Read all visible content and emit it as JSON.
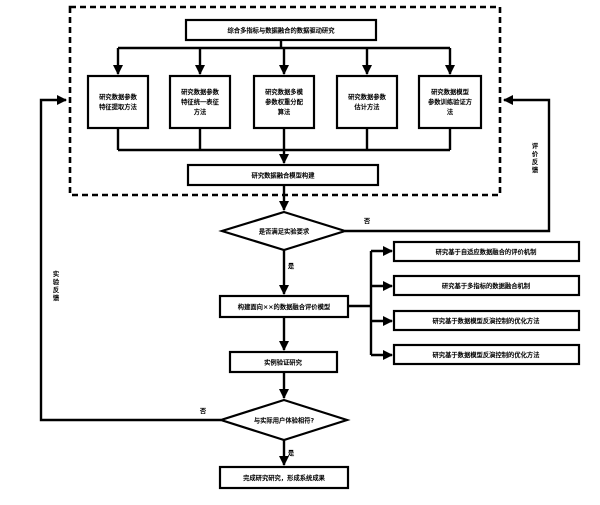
{
  "top_box": "综合多指标与数据融合的数据驱动研究",
  "methods": [
    [
      "研究数据参数",
      "特征提取方法"
    ],
    [
      "研究数据参数",
      "特征统一表征",
      "方法"
    ],
    [
      "研究数据多模",
      "参数权重分配",
      "算法"
    ],
    [
      "研究数据参数",
      "估计方法"
    ],
    [
      "研究数据模型",
      "参数训练验证方",
      "法"
    ]
  ],
  "model_box": "研究数据融合模型构建",
  "decision1": "是否满足实验要求",
  "modeling_box": "构建面向××的数据融合评价模型",
  "mechanisms": [
    "研究基于自适应数据融合的评价机制",
    "研究基于多指标的数据融合机制",
    "研究基于数据模型反演控制的优化方法",
    "研究基于数据模型反演控制的优化方法"
  ],
  "validation_box": "实例验证研究",
  "decision2": "与实际用户体验相符?",
  "final_box": "完成研究研究，形成系统成果",
  "labels": {
    "no1": "否",
    "yes1": "是",
    "no2": "否",
    "yes2": "是",
    "right_loop": [
      "评",
      "价",
      "反",
      "馈"
    ],
    "left_loop": [
      "实",
      "验",
      "反",
      "馈"
    ]
  }
}
